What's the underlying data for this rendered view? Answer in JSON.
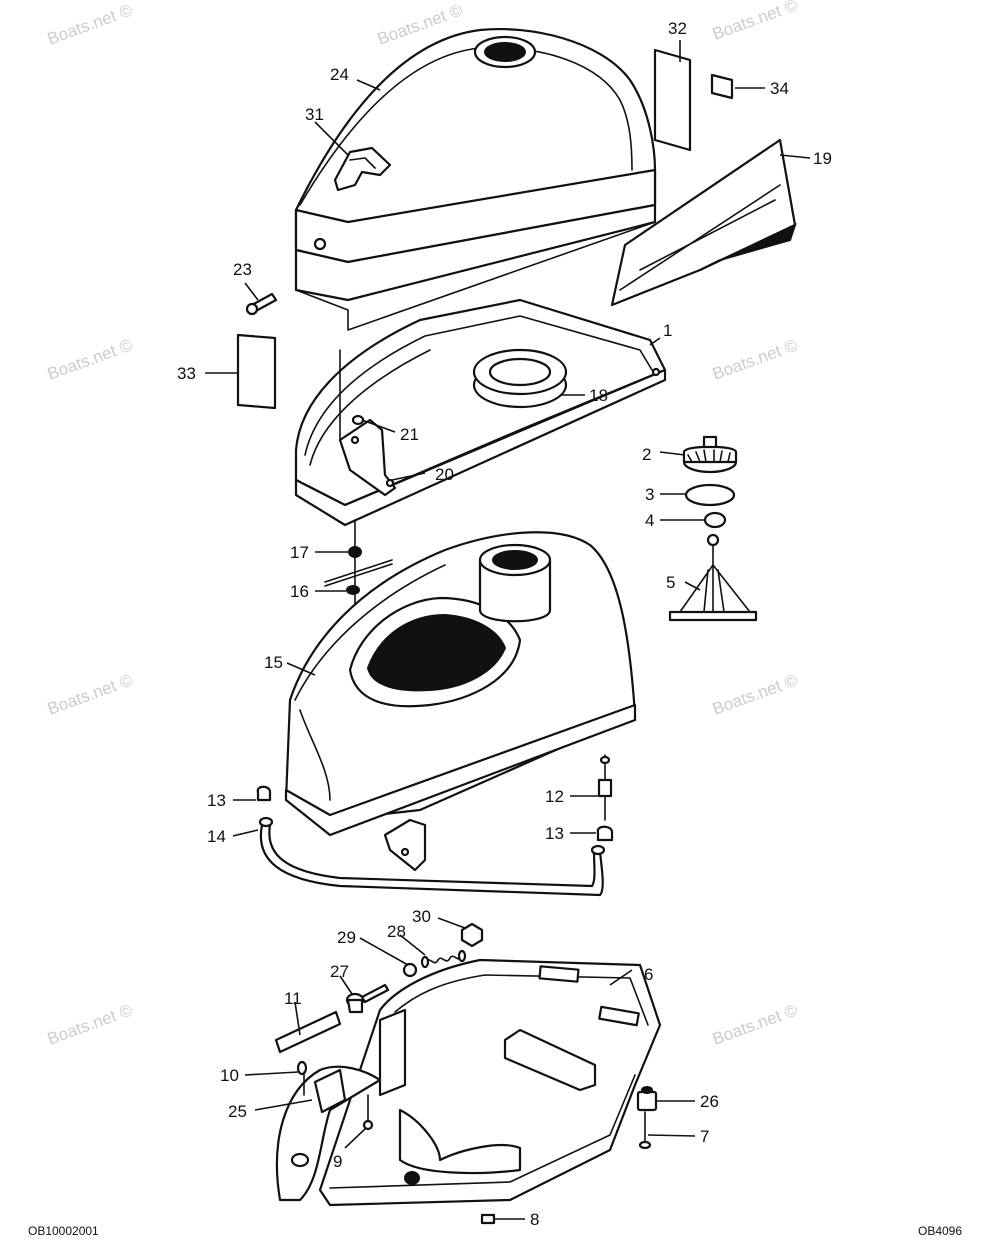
{
  "watermark_text": "Boats.net ©",
  "drawing_codes": {
    "left": "OB10002001",
    "right": "OB4096"
  },
  "callouts": [
    {
      "id": "c1",
      "label": "1"
    },
    {
      "id": "c2",
      "label": "2"
    },
    {
      "id": "c3",
      "label": "3"
    },
    {
      "id": "c4",
      "label": "4"
    },
    {
      "id": "c5",
      "label": "5"
    },
    {
      "id": "c6",
      "label": "6"
    },
    {
      "id": "c7",
      "label": "7"
    },
    {
      "id": "c8",
      "label": "8"
    },
    {
      "id": "c9",
      "label": "9"
    },
    {
      "id": "c10",
      "label": "10"
    },
    {
      "id": "c11",
      "label": "11"
    },
    {
      "id": "c12",
      "label": "12"
    },
    {
      "id": "c13a",
      "label": "13"
    },
    {
      "id": "c13b",
      "label": "13"
    },
    {
      "id": "c14",
      "label": "14"
    },
    {
      "id": "c15",
      "label": "15"
    },
    {
      "id": "c16",
      "label": "16"
    },
    {
      "id": "c17",
      "label": "17"
    },
    {
      "id": "c18",
      "label": "18"
    },
    {
      "id": "c19",
      "label": "19"
    },
    {
      "id": "c20",
      "label": "20"
    },
    {
      "id": "c21",
      "label": "21"
    },
    {
      "id": "c23",
      "label": "23"
    },
    {
      "id": "c24",
      "label": "24"
    },
    {
      "id": "c25",
      "label": "25"
    },
    {
      "id": "c26",
      "label": "26"
    },
    {
      "id": "c27",
      "label": "27"
    },
    {
      "id": "c28",
      "label": "28"
    },
    {
      "id": "c29",
      "label": "29"
    },
    {
      "id": "c30",
      "label": "30"
    },
    {
      "id": "c31",
      "label": "31"
    },
    {
      "id": "c32",
      "label": "32"
    },
    {
      "id": "c33",
      "label": "33"
    },
    {
      "id": "c34",
      "label": "34"
    }
  ]
}
